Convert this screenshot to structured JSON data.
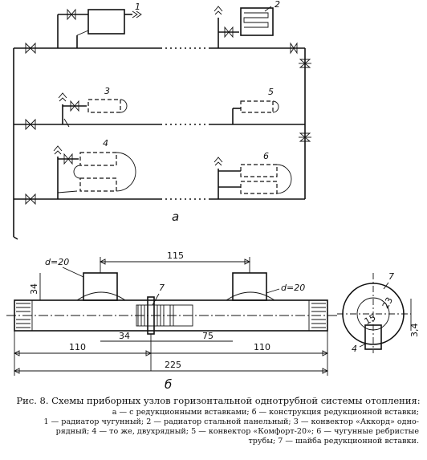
{
  "labels": {
    "n1": "1",
    "n2": "2",
    "n3": "3",
    "n4": "4",
    "n5": "5",
    "n6": "6",
    "a": "а",
    "b": "б",
    "n7": "7",
    "n7b": "7",
    "n4b": "4"
  },
  "dims": {
    "d1": "d=20",
    "d2": "d=20",
    "d115": "115",
    "d34v": "34",
    "d110a": "110",
    "d34": "34",
    "d75": "75",
    "d110b": "110",
    "d225": "225",
    "d23": "23",
    "d15": "15",
    "d34r": "3,4"
  },
  "caption": {
    "title": "Рис. 8. Схемы приборных узлов горизонтальной однотрубной системы отопления:",
    "line1": "а — с редукционными вставками; б — конструкция редукционной вставки;",
    "line2": "1 — радиатор чугунный; 2 — радиатор стальной панельный; 3 — конвектор «Аккорд» одно-",
    "line3": "рядный; 4 — то же, двухрядный; 5 — конвектор «Комфорт-20»; 6 — чугунные ребристые",
    "line4": "трубы; 7 — шайба редукционной вставки."
  }
}
